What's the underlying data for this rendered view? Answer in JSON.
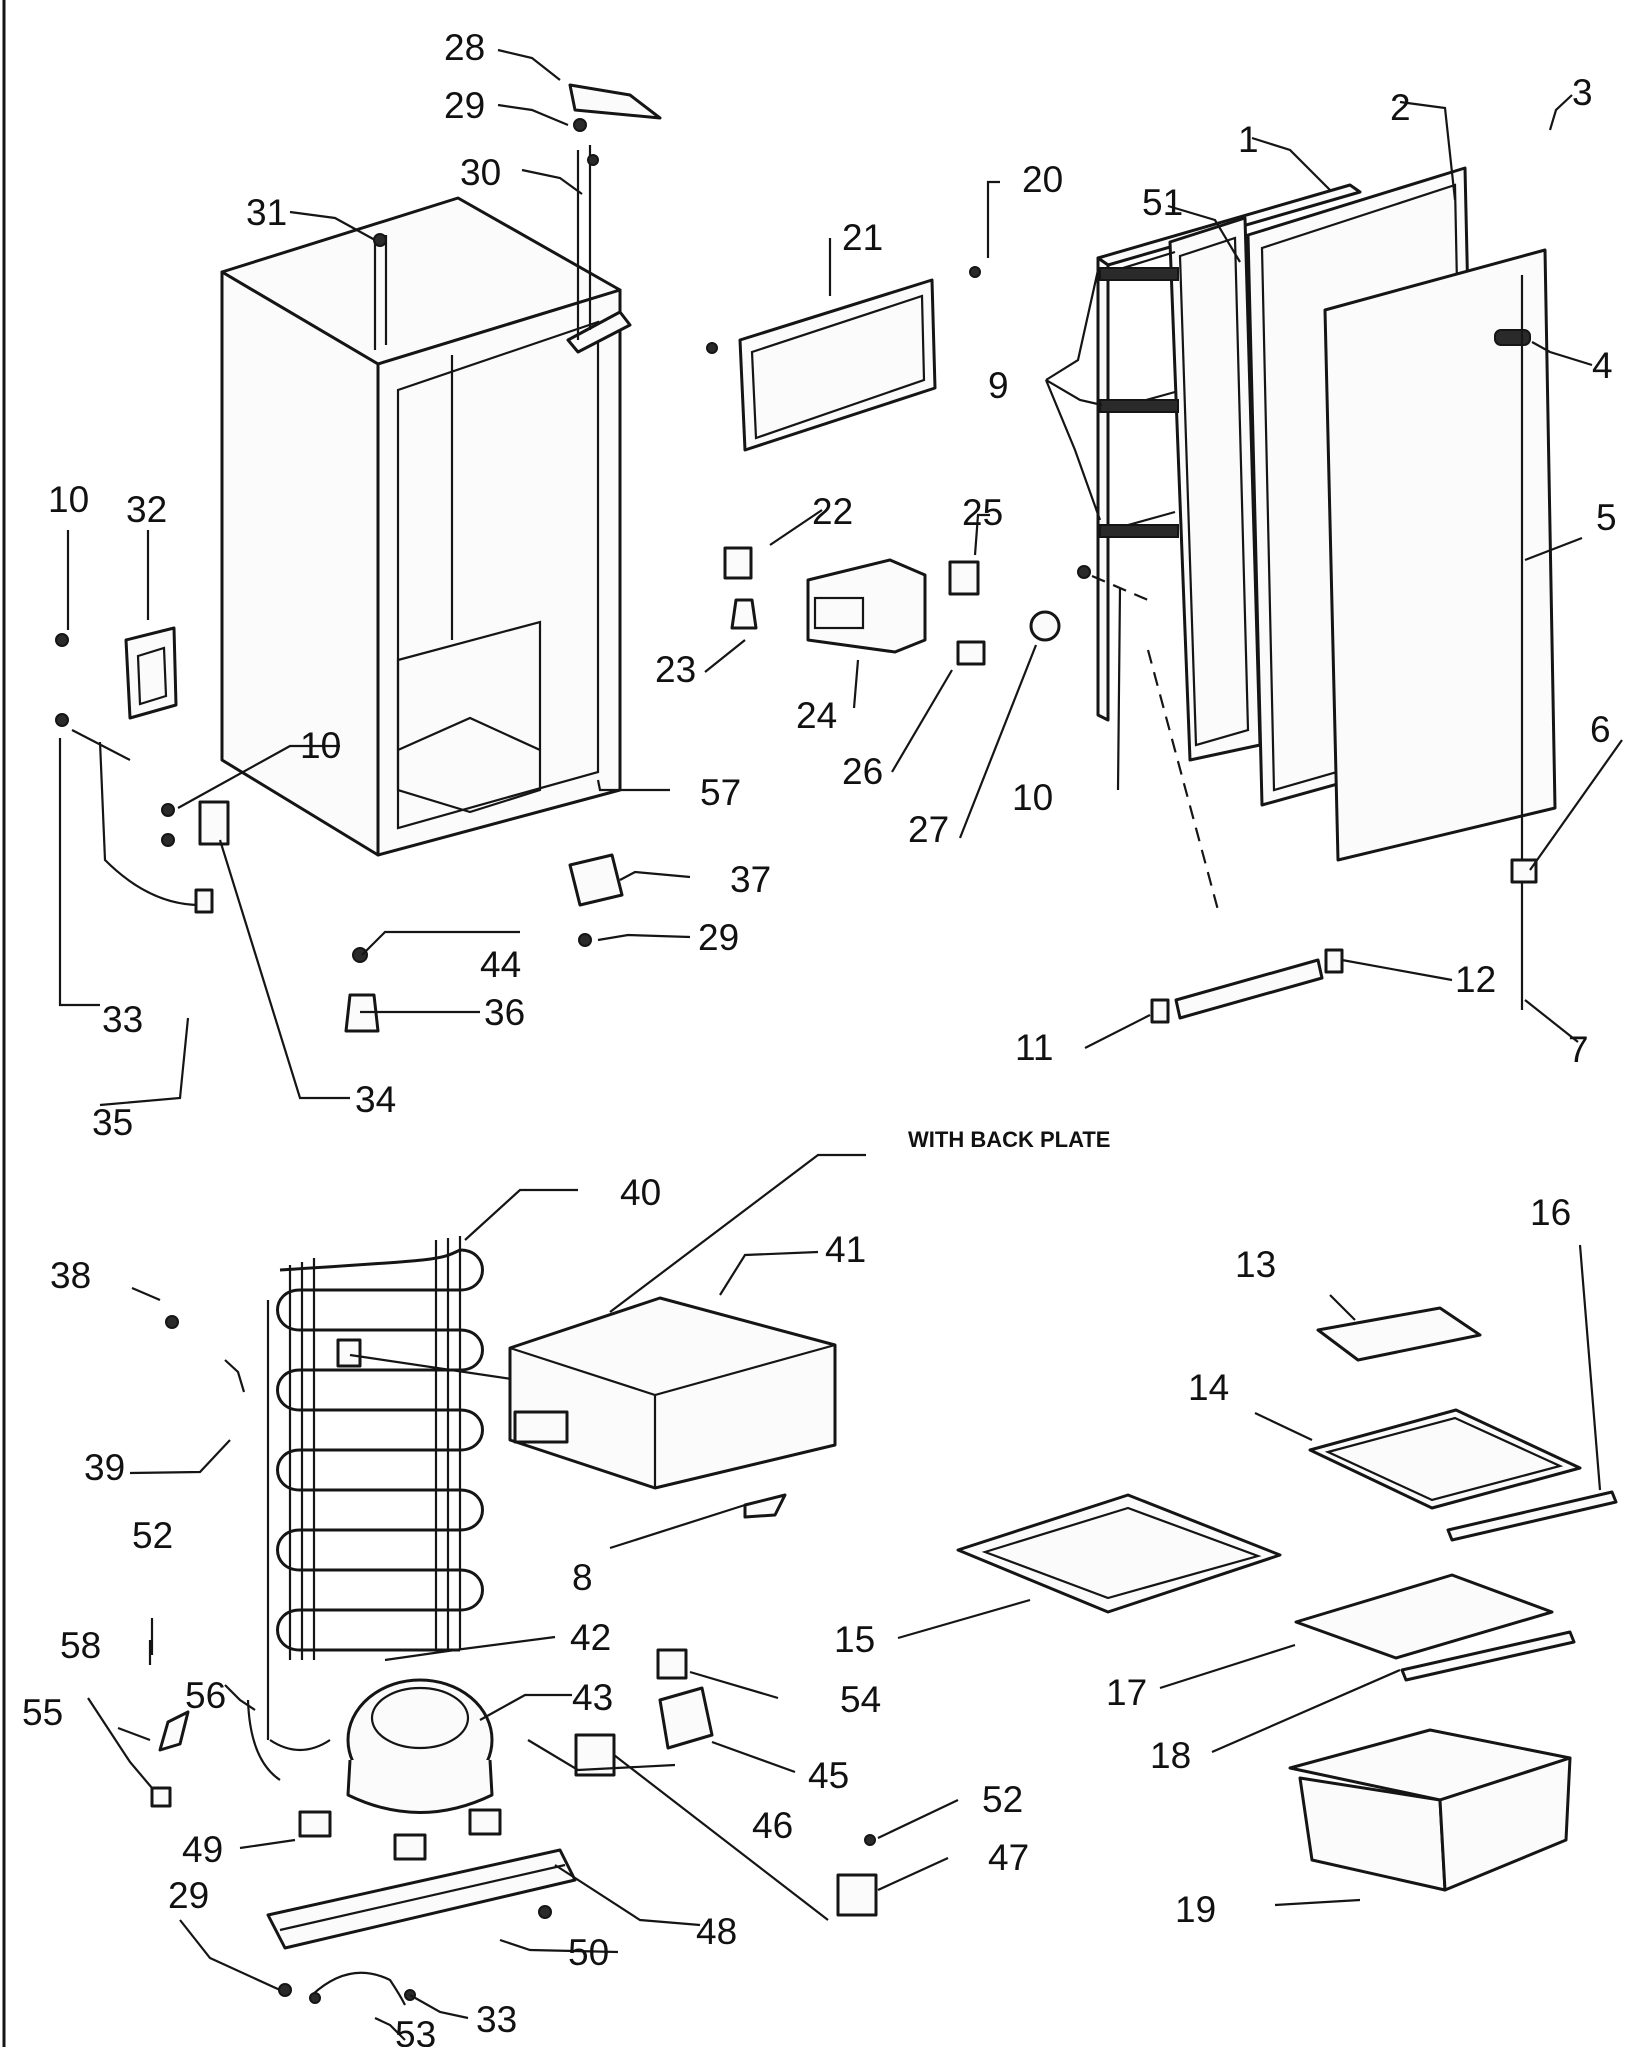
{
  "note": "WITH BACK PLATE",
  "callouts": [
    {
      "id": "c1",
      "text": "1"
    },
    {
      "id": "c2",
      "text": "2"
    },
    {
      "id": "c3",
      "text": "3"
    },
    {
      "id": "c4",
      "text": "4"
    },
    {
      "id": "c5",
      "text": "5"
    },
    {
      "id": "c6",
      "text": "6"
    },
    {
      "id": "c7",
      "text": "7"
    },
    {
      "id": "c8",
      "text": "8"
    },
    {
      "id": "c9",
      "text": "9"
    },
    {
      "id": "c10a",
      "text": "10"
    },
    {
      "id": "c10b",
      "text": "10"
    },
    {
      "id": "c10c",
      "text": "10"
    },
    {
      "id": "c11",
      "text": "11"
    },
    {
      "id": "c12",
      "text": "12"
    },
    {
      "id": "c13",
      "text": "13"
    },
    {
      "id": "c14",
      "text": "14"
    },
    {
      "id": "c15",
      "text": "15"
    },
    {
      "id": "c16",
      "text": "16"
    },
    {
      "id": "c17",
      "text": "17"
    },
    {
      "id": "c18",
      "text": "18"
    },
    {
      "id": "c19",
      "text": "19"
    },
    {
      "id": "c20",
      "text": "20"
    },
    {
      "id": "c21",
      "text": "21"
    },
    {
      "id": "c22",
      "text": "22"
    },
    {
      "id": "c23",
      "text": "23"
    },
    {
      "id": "c24",
      "text": "24"
    },
    {
      "id": "c25",
      "text": "25"
    },
    {
      "id": "c26",
      "text": "26"
    },
    {
      "id": "c27",
      "text": "27"
    },
    {
      "id": "c28",
      "text": "28"
    },
    {
      "id": "c29a",
      "text": "29"
    },
    {
      "id": "c29b",
      "text": "29"
    },
    {
      "id": "c29c",
      "text": "29"
    },
    {
      "id": "c30",
      "text": "30"
    },
    {
      "id": "c31",
      "text": "31"
    },
    {
      "id": "c32",
      "text": "32"
    },
    {
      "id": "c33a",
      "text": "33"
    },
    {
      "id": "c33b",
      "text": "33"
    },
    {
      "id": "c34",
      "text": "34"
    },
    {
      "id": "c35",
      "text": "35"
    },
    {
      "id": "c36",
      "text": "36"
    },
    {
      "id": "c37",
      "text": "37"
    },
    {
      "id": "c38",
      "text": "38"
    },
    {
      "id": "c39",
      "text": "39"
    },
    {
      "id": "c40",
      "text": "40"
    },
    {
      "id": "c41",
      "text": "41"
    },
    {
      "id": "c42",
      "text": "42"
    },
    {
      "id": "c43",
      "text": "43"
    },
    {
      "id": "c44",
      "text": "44"
    },
    {
      "id": "c45",
      "text": "45"
    },
    {
      "id": "c46",
      "text": "46"
    },
    {
      "id": "c47",
      "text": "47"
    },
    {
      "id": "c48",
      "text": "48"
    },
    {
      "id": "c49",
      "text": "49"
    },
    {
      "id": "c50",
      "text": "50"
    },
    {
      "id": "c51",
      "text": "51"
    },
    {
      "id": "c52a",
      "text": "52"
    },
    {
      "id": "c52b",
      "text": "52"
    },
    {
      "id": "c53",
      "text": "53"
    },
    {
      "id": "c54",
      "text": "54"
    },
    {
      "id": "c55",
      "text": "55"
    },
    {
      "id": "c56",
      "text": "56"
    },
    {
      "id": "c57",
      "text": "57"
    },
    {
      "id": "c58",
      "text": "58"
    }
  ]
}
